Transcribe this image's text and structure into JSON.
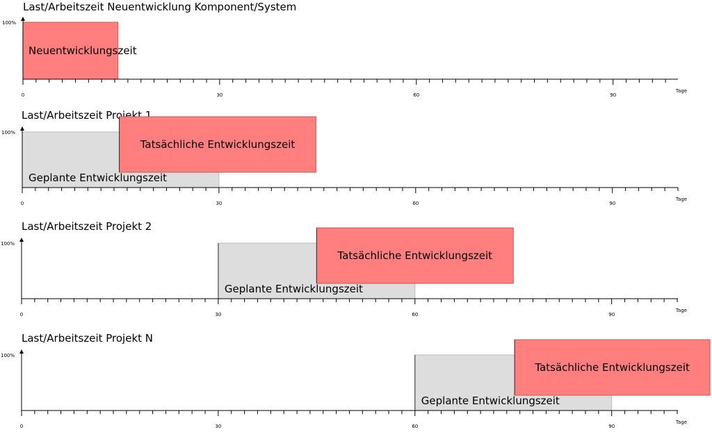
{
  "chart_data": [
    {
      "type": "bar",
      "title": "Last/Arbeitszeit Neuentwicklung Komponent/System",
      "ylabel_tick": "100%",
      "xlabel": "Tage",
      "xticks": [
        "0",
        "30",
        "60",
        "90"
      ],
      "xlim": [
        0,
        100
      ],
      "series": [
        {
          "name": "Neuentwicklungszeit",
          "start": 0,
          "end": 14.5,
          "level": 1.0,
          "color": "#ff7f7f"
        }
      ]
    },
    {
      "type": "bar",
      "title": "Last/Arbeitszeit Projekt 1",
      "ylabel_tick": "100%",
      "xlabel": "Tage",
      "xticks": [
        "0",
        "30",
        "60",
        "90"
      ],
      "xlim": [
        0,
        100
      ],
      "series": [
        {
          "name": "Geplante Entwicklungszeit",
          "start": 0,
          "end": 30,
          "level": 1.0,
          "color": "#dddddd"
        },
        {
          "name": "Tatsächliche Entwicklungszeit",
          "start": 14.8,
          "end": 44.8,
          "level": 1.0,
          "color": "#ff7f7f"
        }
      ]
    },
    {
      "type": "bar",
      "title": "Last/Arbeitszeit Projekt 2",
      "ylabel_tick": "100%",
      "xlabel": "Tage",
      "xticks": [
        "0",
        "30",
        "60",
        "90"
      ],
      "xlim": [
        0,
        100
      ],
      "series": [
        {
          "name": "Geplante Entwicklungszeit",
          "start": 30,
          "end": 60,
          "level": 1.0,
          "color": "#dddddd"
        },
        {
          "name": "Tatsächliche Entwicklungszeit",
          "start": 45,
          "end": 75,
          "level": 1.0,
          "color": "#ff7f7f"
        }
      ]
    },
    {
      "type": "bar",
      "title": "Last/Arbeitszeit Projekt N",
      "ylabel_tick": "100%",
      "xlabel": "Tage",
      "xticks": [
        "0",
        "30",
        "60",
        "90"
      ],
      "xlim": [
        0,
        100
      ],
      "series": [
        {
          "name": "Geplante Entwicklungszeit",
          "start": 60,
          "end": 90,
          "level": 1.0,
          "color": "#dddddd"
        },
        {
          "name": "Tatsächliche Entwicklungszeit",
          "start": 75.2,
          "end": 105,
          "level": 1.0,
          "color": "#ff7f7f"
        }
      ]
    }
  ]
}
